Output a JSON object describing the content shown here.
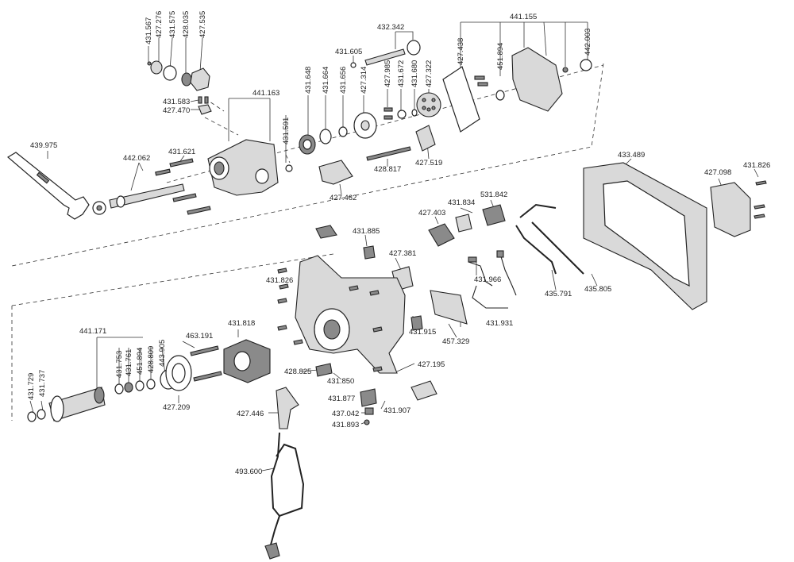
{
  "diagram": {
    "labels": {
      "p431567": "431.567",
      "p427276": "427.276",
      "p431575": "431.575",
      "p428035": "428.035",
      "p427535": "427.535",
      "p431583": "431.583",
      "p427470": "427.470",
      "p441163": "441.163",
      "p432342": "432.342",
      "p431605": "431.605",
      "p441155": "441.155",
      "p427438": "427.438",
      "p451894a": "451.894",
      "p442003": "442.003",
      "p431648": "431.648",
      "p431664": "431.664",
      "p431656": "431.656",
      "p427314": "427.314",
      "p427985": "427.985",
      "p431672": "431.672",
      "p431680": "431.680",
      "p427322": "427.322",
      "p431591": "431.591",
      "p439975": "439.975",
      "p442062": "442.062",
      "p431621": "431.621",
      "p427462": "427.462",
      "p428817": "428.817",
      "p427519": "427.519",
      "p433489": "433.489",
      "p427098": "427.098",
      "p431826a": "431.826",
      "p431834": "431.834",
      "p531842": "531.842",
      "p427403": "427.403",
      "p431885": "431.885",
      "p427381": "427.381",
      "p431826b": "431.826",
      "p431966": "431.966",
      "p435791": "435.791",
      "p435805": "435.805",
      "p441171": "441.171",
      "p431753": "431.753",
      "p431761": "431.761",
      "p451894b": "451.894",
      "p428809": "428.809",
      "p443905": "443.905",
      "p463191": "463.191",
      "p431818": "431.818",
      "p431915": "431.915",
      "p431931": "431.931",
      "p457329": "457.329",
      "p431729": "431.729",
      "p431737": "431.737",
      "p427209": "427.209",
      "p428825": "428.825",
      "p431850": "431.850",
      "p427195": "427.195",
      "p431877": "431.877",
      "p431907": "431.907",
      "p427446": "427.446",
      "p437042": "437.042",
      "p431893": "431.893",
      "p493600": "493.600"
    }
  }
}
